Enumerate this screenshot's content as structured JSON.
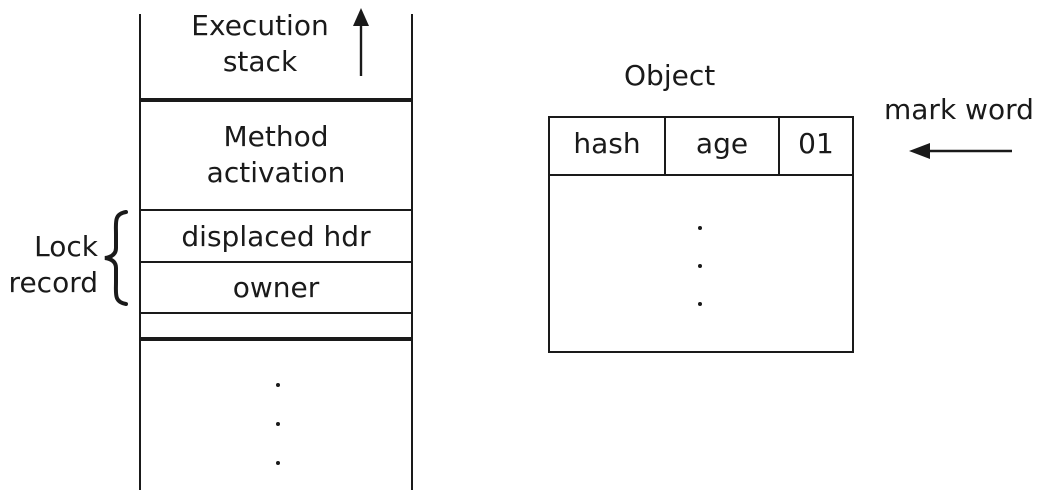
{
  "stack": {
    "header": {
      "line1": "Execution",
      "line2": "stack"
    },
    "method": {
      "line1": "Method",
      "line2": "activation"
    },
    "displaced_hdr": "displaced hdr",
    "owner": "owner",
    "lock_record": {
      "line1": "Lock",
      "line2": "record"
    }
  },
  "object": {
    "title": "Object",
    "fields": [
      "hash",
      "age",
      "01"
    ],
    "mark_word_label": "mark word"
  }
}
